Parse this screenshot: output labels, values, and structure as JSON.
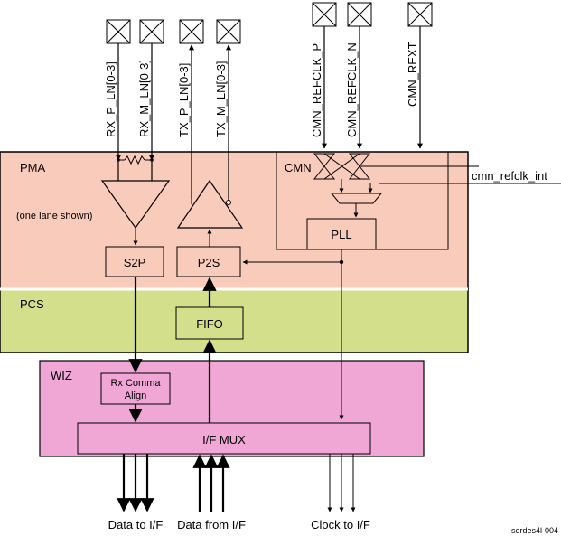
{
  "pins": {
    "rx_p": "RX_P_LN[0-3]",
    "rx_m": "RX_M_LN[0-3]",
    "tx_p": "TX_P_LN[0-3]",
    "tx_m": "TX_M_LN[0-3]",
    "refclk_p": "CMN_REFCLK_P",
    "refclk_n": "CMN_REFCLK_N",
    "rext": "CMN_REXT"
  },
  "signals": {
    "cmn_refclk_int": "cmn_refclk_int"
  },
  "regions": {
    "pma": "PMA",
    "pcs": "PCS",
    "wiz": "WIZ",
    "cmn": "CMN"
  },
  "blocks": {
    "one_lane_note": "(one lane shown)",
    "s2p": "S2P",
    "p2s": "P2S",
    "pll": "PLL",
    "fifo": "FIFO",
    "rx_comma_align_line1": "Rx Comma",
    "rx_comma_align_line2": "Align",
    "if_mux": "I/F MUX"
  },
  "outputs": {
    "data_to_if": "Data to I/F",
    "data_from_if": "Data from I/F",
    "clock_to_if": "Clock to I/F"
  },
  "figure_id": "serdes4l-004",
  "colors": {
    "pma_fill": "#f9cbbb",
    "pcs_fill": "#d4df8b",
    "wiz_fill": "#f0a7d6"
  }
}
